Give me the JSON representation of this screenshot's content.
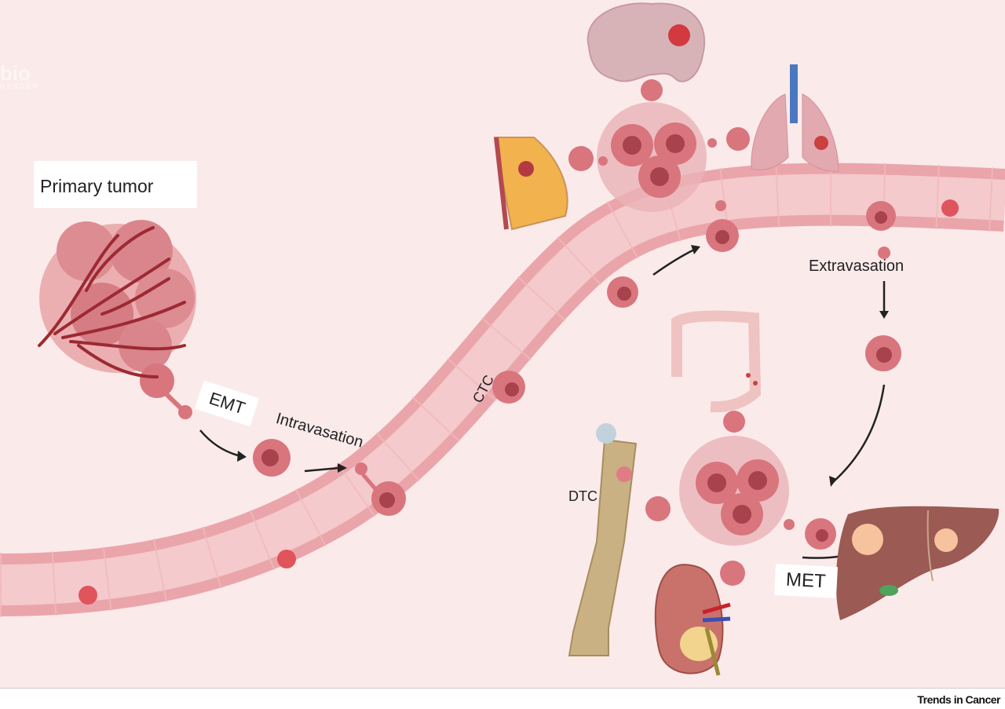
{
  "figure": {
    "journal": "Trends in Cancer",
    "watermark": {
      "logo": "bio",
      "sub": "RENDER"
    },
    "labels": {
      "primary_tumor": "Primary tumor",
      "emt": "EMT",
      "intravasation": "Intravasation",
      "ctc": "CTC",
      "extravasation": "Extravasation",
      "dtc": "DTC",
      "met": "MET"
    },
    "metastatic_sites_top": [
      "breast",
      "brain",
      "lung"
    ],
    "metastatic_sites_bottom": [
      "bone",
      "colon",
      "kidney",
      "liver"
    ],
    "colors": {
      "background": "#fbeaea",
      "vessel": "#f2c4c6",
      "vessel_wall": "#eaa5aa",
      "cell": "#d9757d",
      "cell_nucleus": "#a8424c",
      "tumor_vessel": "#9c2a32",
      "liver": "#9b5a53",
      "bone": "#c9b183",
      "lung_trachea": "#4a78c0"
    }
  }
}
